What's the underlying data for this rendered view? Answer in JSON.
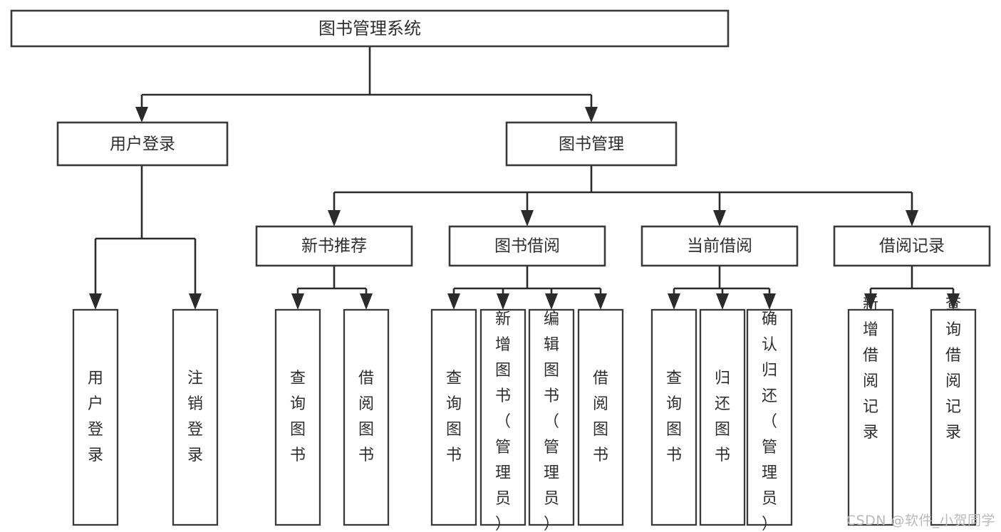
{
  "diagram": {
    "title": "图书管理系统",
    "watermark": "CSDN @软件_小贺同学",
    "colors": {
      "background": "#ffffff",
      "stroke": "#3a3a3a",
      "connector": "#2b2b2b",
      "text": "#2e2e2e",
      "watermark": "#b9b9b9"
    },
    "root": {
      "label": "图书管理系统"
    },
    "level2": [
      {
        "label": "用户登录"
      },
      {
        "label": "图书管理"
      }
    ],
    "level3": [
      {
        "label": "新书推荐"
      },
      {
        "label": "图书借阅"
      },
      {
        "label": "当前借阅"
      },
      {
        "label": "借阅记录"
      }
    ],
    "leaves": {
      "user_login": [
        {
          "label": "用户登录"
        },
        {
          "label": "注销登录"
        }
      ],
      "new_book_recommend": [
        {
          "label": "查询图书"
        },
        {
          "label": "借阅图书"
        }
      ],
      "book_borrow": [
        {
          "label": "查询图书"
        },
        {
          "label": "新增图书（管理员）"
        },
        {
          "label": "编辑图书（管理员）"
        },
        {
          "label": "借阅图书"
        }
      ],
      "current_borrow": [
        {
          "label": "查询图书"
        },
        {
          "label": "归还图书"
        },
        {
          "label": "确认归还（管理员）"
        }
      ],
      "borrow_record": [
        {
          "label": "新增借阅记录"
        },
        {
          "label": "查询借阅记录"
        }
      ]
    }
  }
}
